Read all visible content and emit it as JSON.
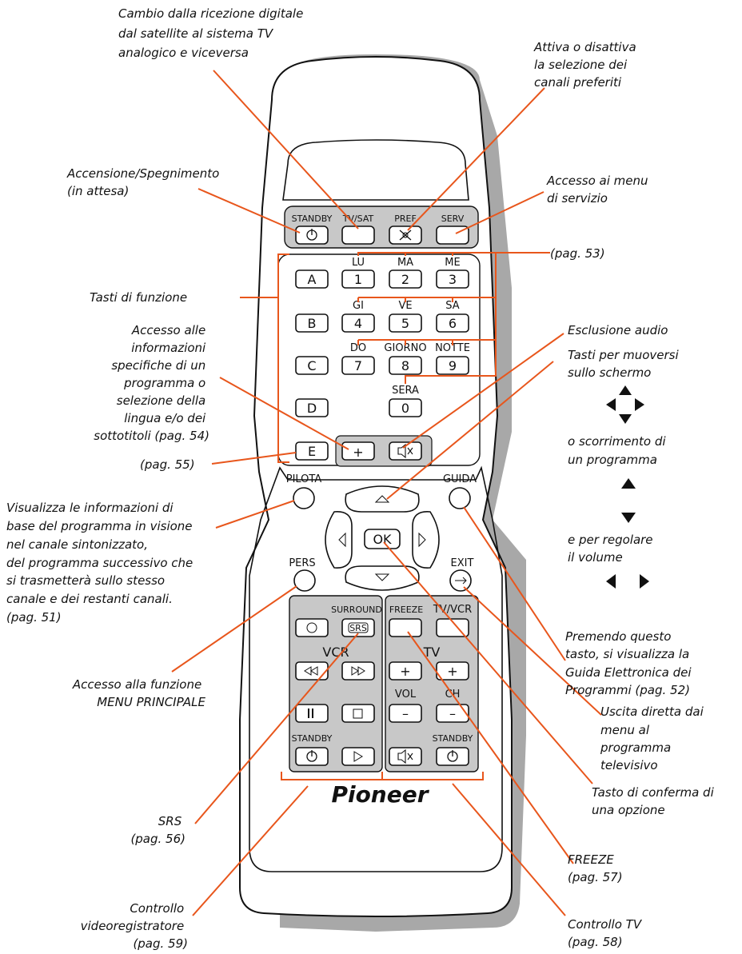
{
  "brand": "Pioneer",
  "colors": {
    "leader": "#e8561c",
    "panel": "#c8c8c8",
    "shadow": "#a8a8a8"
  },
  "buttons": {
    "standby": "STANDBY",
    "tvsat": "TV/SAT",
    "pref": "PREF",
    "serv": "SERV",
    "a": "A",
    "b": "B",
    "c": "C",
    "d": "D",
    "e": "E",
    "n1": "1",
    "n2": "2",
    "n3": "3",
    "n4": "4",
    "n5": "5",
    "n6": "6",
    "n7": "7",
    "n8": "8",
    "n9": "9",
    "n0": "0",
    "lu": "LU",
    "ma": "MA",
    "me": "ME",
    "gi": "GI",
    "ve": "VE",
    "sa": "SA",
    "do": "DO",
    "giorno": "GIORNO",
    "notte": "NOTTE",
    "sera": "SERA",
    "plus": "+",
    "pilota": "PILOTA",
    "guida": "GUIDA",
    "ok": "OK",
    "pers": "PERS",
    "exit": "EXIT",
    "surround": "SURROUND",
    "srs": "SRS",
    "freeze": "FREEZE",
    "tvvcr": "TV/VCR",
    "vcr": "VCR",
    "tv": "TV",
    "vol": "VOL",
    "ch": "CH",
    "vcr_standby": "STANDBY",
    "tv_standby": "STANDBY",
    "tv_plus_left": "+",
    "tv_plus_right": "+",
    "tv_minus_left": "–",
    "tv_minus_right": "–"
  },
  "annotations": {
    "tvsat": [
      "Cambio dalla ricezione digitale",
      "dal satellite al sistema TV",
      "analogico e viceversa"
    ],
    "pref": [
      "Attiva o disattiva",
      "la selezione dei",
      "canali preferiti"
    ],
    "standby": [
      "Accensione/Spegnimento",
      "(in attesa)"
    ],
    "serv": [
      "Accesso ai menu",
      "di servizio"
    ],
    "pag53": "(pag. 53)",
    "funzione": "Tasti di funzione",
    "info": [
      "Accesso alle",
      "informazioni",
      "specifiche di un",
      "programma o",
      "selezione della",
      "lingua e/o dei",
      "sottotitoli (pag. 54)"
    ],
    "pag55": "(pag. 55)",
    "mute": "Esclusione audio",
    "nav": [
      "Tasti per muoversi",
      "sullo schermo"
    ],
    "scroll": [
      "o scorrimento di",
      "un programma"
    ],
    "volume": [
      "e per regolare",
      "il volume"
    ],
    "pilota": [
      "Visualizza le informazioni di",
      "base del programma in visione",
      "nel canale sintonizzato,",
      "del programma successivo che",
      "si trasmetterà sullo stesso",
      "canale e dei restanti canali.",
      "(pag. 51)"
    ],
    "guida": [
      "Premendo questo",
      "tasto, si visualizza la",
      "Guida Elettronica dei",
      "Programmi (pag. 52)"
    ],
    "pers": [
      "Accesso alla funzione",
      "MENU PRINCIPALE"
    ],
    "exit": [
      "Uscita diretta dai",
      "menu al",
      "programma",
      "televisivo"
    ],
    "ok": [
      "Tasto di conferma di",
      "una opzione"
    ],
    "srs": [
      "SRS",
      "(pag. 56)"
    ],
    "freeze": [
      "FREEZE",
      "(pag. 57)"
    ],
    "vcr": [
      "Controllo",
      "videoregistratore",
      "(pag. 59)"
    ],
    "tv": [
      "Controllo TV",
      "(pag. 58)"
    ]
  },
  "icons": [
    "power-icon",
    "pref-icon",
    "mute-icon",
    "up-arrow-icon",
    "down-arrow-icon",
    "left-arrow-icon",
    "right-arrow-icon",
    "exit-icon",
    "rewind-icon",
    "fast-forward-icon",
    "pause-icon",
    "stop-icon",
    "play-icon",
    "circle-icon"
  ]
}
